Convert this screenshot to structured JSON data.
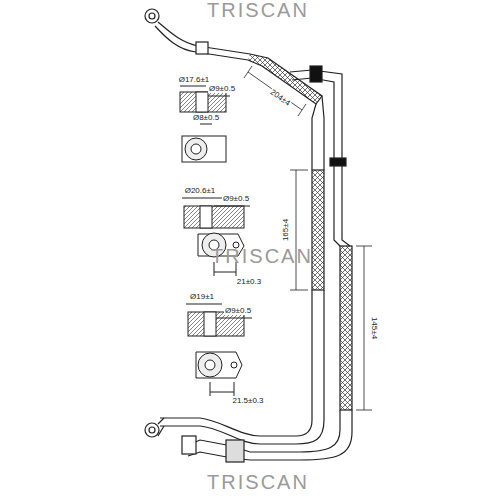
{
  "diagram": {
    "labels": [
      "TRISCAN",
      "TRISCAN",
      "TRISCAN",
      "Ø17.6±1",
      "Ø9±0.5",
      "Ø8±0.5",
      "Ø20.6±1",
      "Ø9±0.5",
      "21±0.3",
      "Ø19±1",
      "Ø9±0.5",
      "21.5±0.3",
      "204±4",
      "165±4",
      "145±4"
    ]
  }
}
